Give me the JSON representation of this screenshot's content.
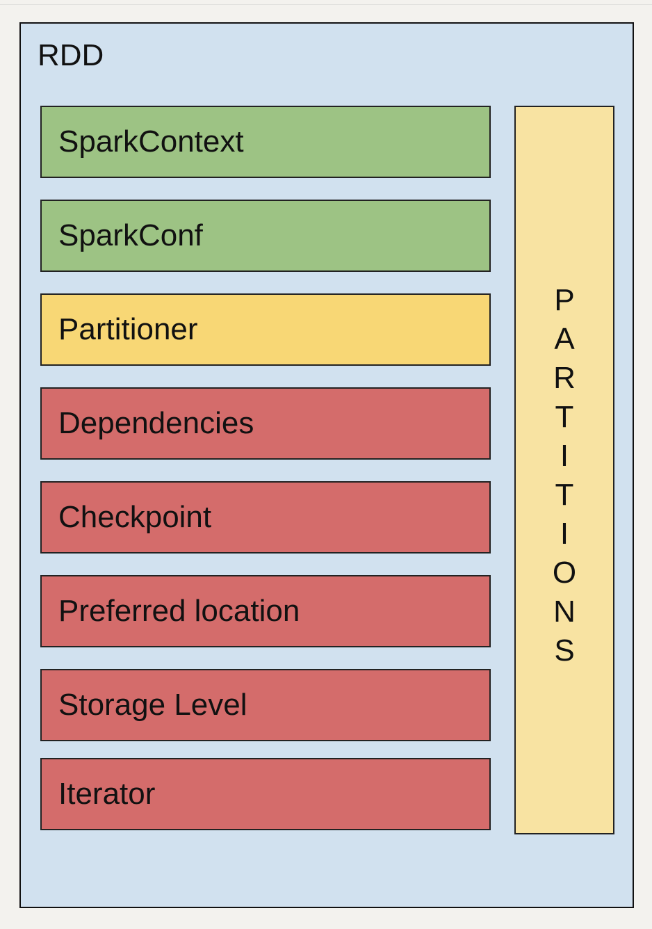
{
  "diagram": {
    "title": "RDD",
    "blocks": [
      {
        "label": "SparkContext",
        "color": "#9dc384"
      },
      {
        "label": "SparkConf",
        "color": "#9dc384"
      },
      {
        "label": "Partitioner",
        "color": "#f8d775"
      },
      {
        "label": "Dependencies",
        "color": "#d46c6b"
      },
      {
        "label": "Checkpoint",
        "color": "#d46c6b"
      },
      {
        "label": "Preferred location",
        "color": "#d46c6b"
      },
      {
        "label": "Storage Level",
        "color": "#d46c6b"
      },
      {
        "label": "Iterator",
        "color": "#d46c6b"
      }
    ],
    "partitions_label": "PARTITIONS",
    "colors": {
      "frame": "#d1e1ef",
      "partitions": "#f8e3a2"
    }
  }
}
